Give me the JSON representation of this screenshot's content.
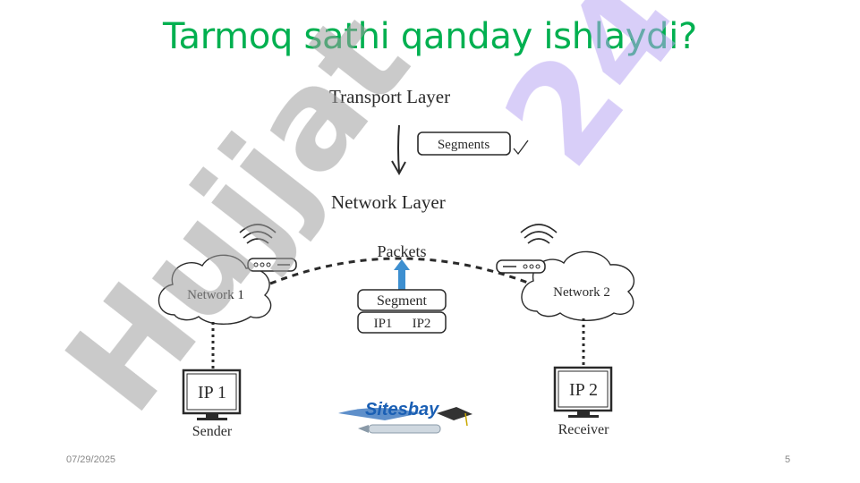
{
  "slide": {
    "title": "Tarmoq sathi qanday ishlaydi?",
    "date": "07/29/2025",
    "page_number": "5"
  },
  "diagram": {
    "transport_layer": "Transport Layer",
    "segments_label": "Segments",
    "network_layer": "Network Layer",
    "packets_label": "Packets",
    "segment_box": "Segment",
    "ip1_box": "IP1",
    "ip2_box": "IP2",
    "network1": "Network 1",
    "network2": "Network 2",
    "ip1_monitor": "IP 1",
    "ip2_monitor": "IP 2",
    "sender": "Sender",
    "receiver": "Receiver",
    "logo_text": "Sitesbay"
  },
  "watermark": {
    "text": "Hujjat 24",
    "color_hujjat": "#9e9e9e",
    "color_24": "#b9a6f2"
  },
  "colors": {
    "title": "#00b050",
    "ink": "#2a2a2a",
    "packet_arrow": "#3d8fd0",
    "logo_blue": "#1a5fb4"
  }
}
